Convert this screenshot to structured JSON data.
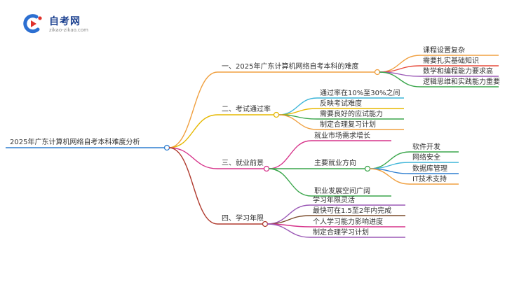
{
  "logo": {
    "title": "自考网",
    "url": "zikao-zikao.com",
    "colors": {
      "blue": "#2c6fd1",
      "red": "#e0322b",
      "text": "#1a3f8f"
    }
  },
  "root": {
    "label": "2025年广东计算机网络自考本科难度分析",
    "color": "#2f7fd0"
  },
  "branches": [
    {
      "label": "一、2025年广东计算机网络自考本科的难度",
      "color": "#f0a040",
      "children": [
        {
          "label": "课程设置复杂",
          "color": "#f0a040"
        },
        {
          "label": "需要扎实基础知识",
          "color": "#e74c3c"
        },
        {
          "label": "数学和编程能力要求高",
          "color": "#9b59b6"
        },
        {
          "label": "逻辑思维和实践能力重要",
          "color": "#3aa64b"
        }
      ]
    },
    {
      "label": "二、考试通过率",
      "color": "#e6b800",
      "children": [
        {
          "label": "通过率在10%至30%之间",
          "color": "#3fb6d9"
        },
        {
          "label": "反映考试难度",
          "color": "#e6b800"
        },
        {
          "label": "需要良好的应试能力",
          "color": "#3aa64b"
        },
        {
          "label": "制定合理复习计划",
          "color": "#f0a040"
        }
      ]
    },
    {
      "label": "三、就业前景",
      "color": "#d6338a",
      "children": [
        {
          "label": "就业市场需求增长",
          "color": "#d6338a"
        },
        {
          "label": "主要就业方向",
          "color": "#3aa64b",
          "children": [
            {
              "label": "软件开发",
              "color": "#3aa64b"
            },
            {
              "label": "网络安全",
              "color": "#3fb6d9"
            },
            {
              "label": "数据库管理",
              "color": "#2f7fd0"
            },
            {
              "label": "IT技术支持",
              "color": "#f0a040"
            }
          ]
        },
        {
          "label": "职业发展空间广阔",
          "color": "#3aa64b"
        }
      ]
    },
    {
      "label": "四、学习年限",
      "color": "#b03a2e",
      "children": [
        {
          "label": "学习年限灵活",
          "color": "#9b59b6"
        },
        {
          "label": "最快可在1.5至2年内完成",
          "color": "#7a4b2a"
        },
        {
          "label": "个人学习能力影响进度",
          "color": "#d6338a"
        },
        {
          "label": "制定合理学习计划",
          "color": "#9b59b6"
        }
      ]
    }
  ]
}
